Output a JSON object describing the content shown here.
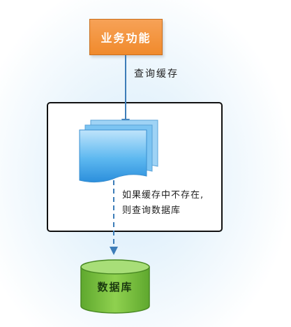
{
  "diagram": {
    "business_node": {
      "label": "业务功能",
      "color": "#f08a2c"
    },
    "query_edge": {
      "label": "查询缓存"
    },
    "cache_node": {
      "color": "#3aa0e6"
    },
    "fallback_edge": {
      "lines": [
        "如果缓存中不存在,",
        "则查询数据库"
      ],
      "style": "dashed"
    },
    "database_node": {
      "label": "数据库",
      "color": "#7cc242"
    },
    "icons": {
      "cache": "stacked-documents-icon",
      "database": "cylinder-database-icon"
    }
  }
}
